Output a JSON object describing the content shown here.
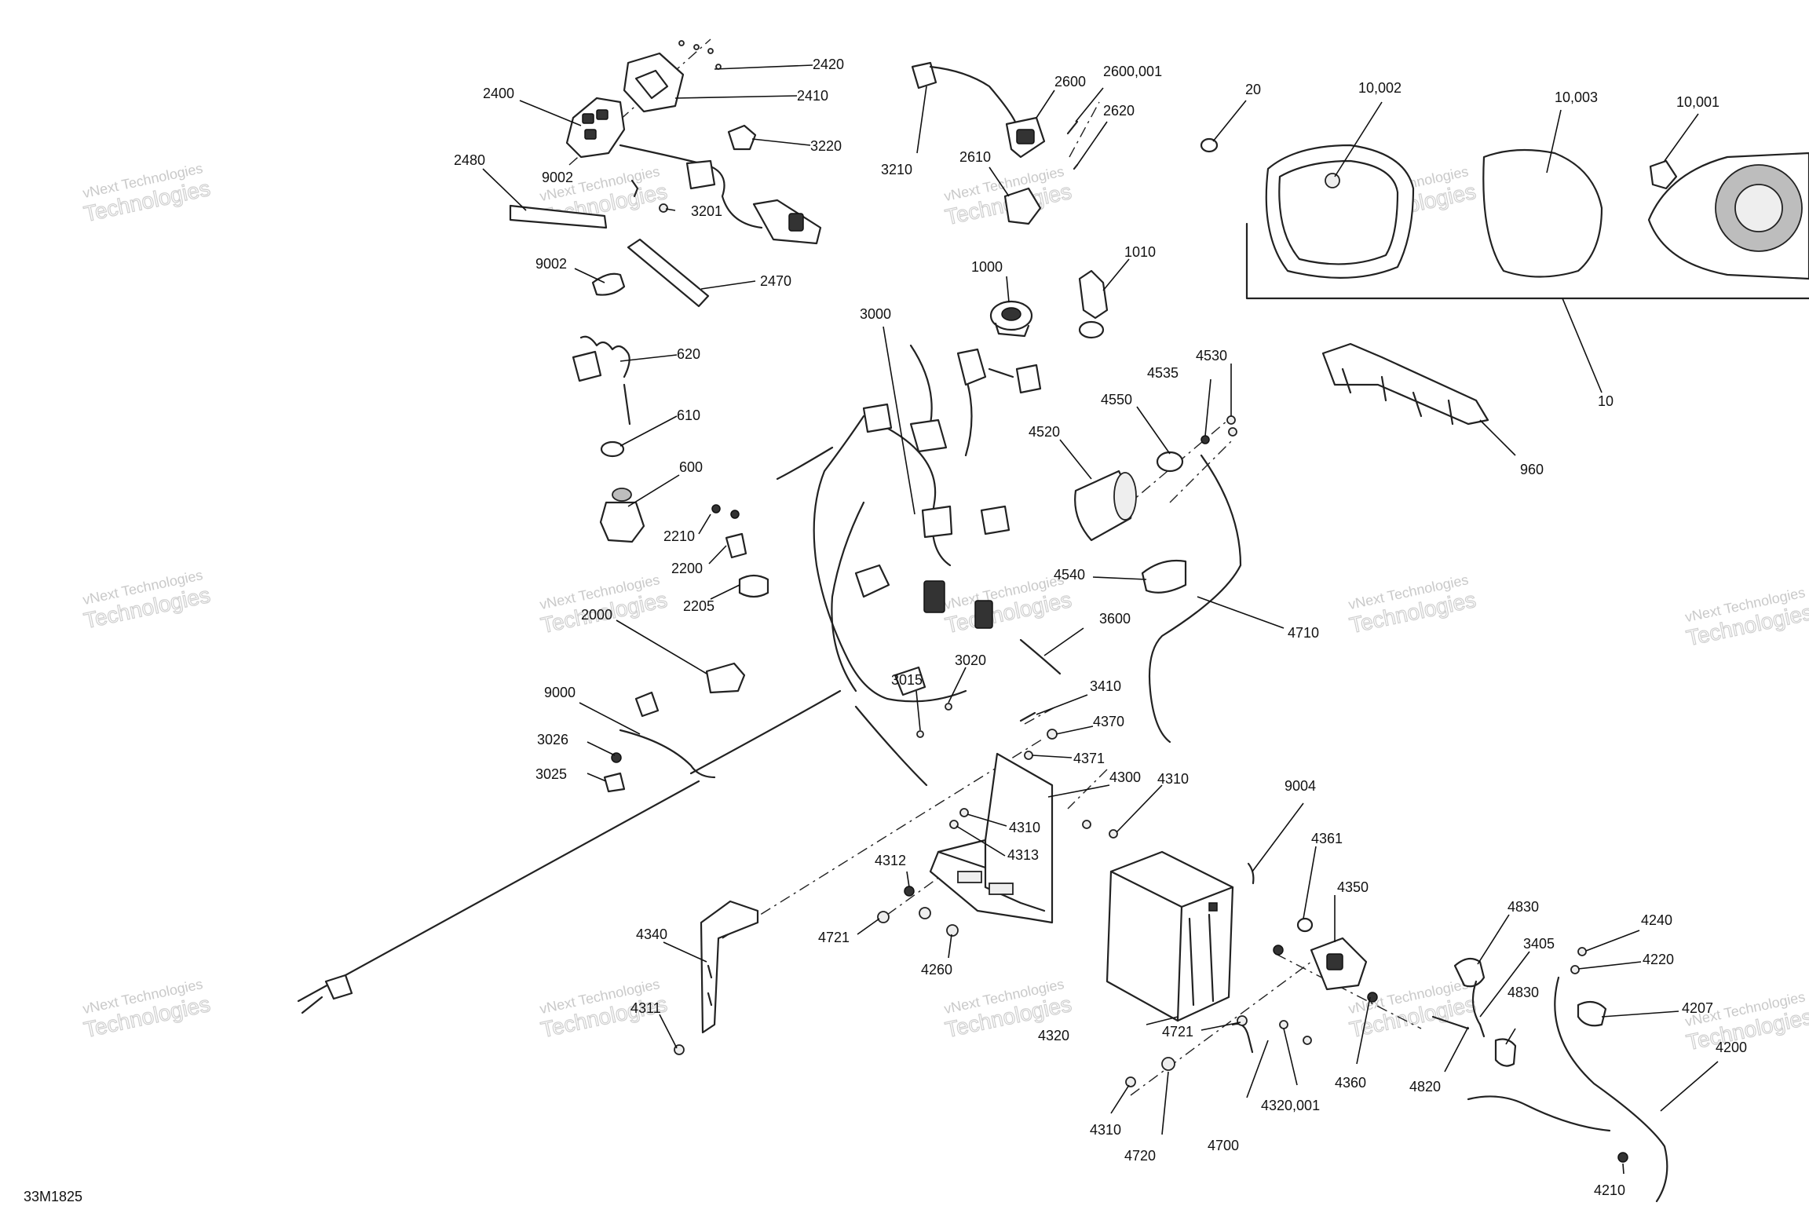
{
  "diagram": {
    "doc_code": "33M1825",
    "watermark": {
      "line1": "vNext Technologies",
      "line2": "Technologies"
    },
    "labels": [
      "2420",
      "2410",
      "2400",
      "3220",
      "2480",
      "9002",
      "3201",
      "2470",
      "2600",
      "2600,001",
      "2620",
      "3210",
      "2610",
      "1000",
      "1010",
      "3000",
      "20",
      "10,002",
      "10,003",
      "10,001",
      "10",
      "960",
      "620",
      "610",
      "600",
      "2210",
      "2200",
      "2205",
      "2000",
      "4535",
      "4530",
      "4550",
      "4520",
      "4540",
      "4710",
      "3600",
      "3015",
      "3020",
      "3410",
      "4370",
      "4371",
      "4300",
      "4310",
      "9000",
      "3026",
      "3025",
      "4313",
      "4312",
      "4721",
      "4260",
      "4340",
      "4311",
      "9004",
      "4361",
      "4350",
      "4830",
      "3405",
      "4240",
      "4220",
      "4207",
      "4200",
      "4320",
      "4360",
      "4820",
      "4700",
      "4320,001",
      "4720",
      "4210"
    ]
  }
}
